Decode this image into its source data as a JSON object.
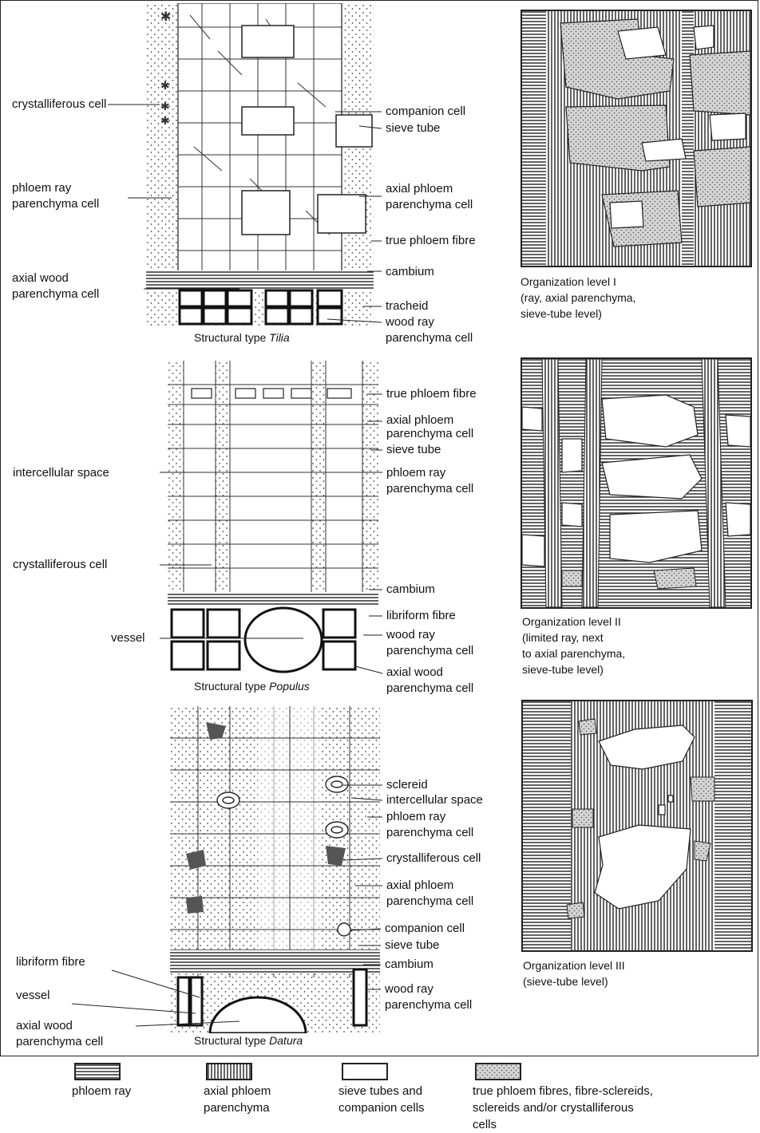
{
  "panels": [
    {
      "type_prefix": "Structural type ",
      "type_name": "Tilia",
      "left_labels": [
        {
          "text": "crystalliferous cell"
        },
        {
          "text": "phloem ray\nparenchyma cell"
        },
        {
          "text": "axial wood\nparenchyma cell"
        }
      ],
      "right_labels": [
        {
          "text": "companion cell"
        },
        {
          "text": "sieve tube"
        },
        {
          "text": "axial phloem\nparenchyma cell"
        },
        {
          "text": "true phloem fibre"
        },
        {
          "text": "cambium"
        },
        {
          "text": "tracheid"
        },
        {
          "text": "wood ray\nparenchyma cell"
        }
      ],
      "org_title": "Organization level I",
      "org_desc": "(ray, axial parenchyma,\nsieve-tube level)"
    },
    {
      "type_prefix": "Structural type ",
      "type_name": "Populus",
      "left_labels": [
        {
          "text": "intercellular space"
        },
        {
          "text": "crystalliferous cell"
        },
        {
          "text": "vessel"
        }
      ],
      "right_labels": [
        {
          "text": "true phloem fibre"
        },
        {
          "text": "axial phloem\nparenchyma cell"
        },
        {
          "text": "sieve tube"
        },
        {
          "text": "phloem ray\nparenchyma cell"
        },
        {
          "text": "cambium"
        },
        {
          "text": "libriform fibre"
        },
        {
          "text": "wood ray\nparenchyma cell"
        },
        {
          "text": "axial wood\nparenchyma cell"
        }
      ],
      "org_title": "Organization level II",
      "org_desc": "(limited ray, next\nto axial parenchyma,\nsieve-tube level)"
    },
    {
      "type_prefix": "Structural type ",
      "type_name": "Datura",
      "left_labels": [
        {
          "text": "libriform fibre"
        },
        {
          "text": "vessel"
        },
        {
          "text": "axial wood\nparenchyma cell"
        }
      ],
      "right_labels": [
        {
          "text": "sclereid"
        },
        {
          "text": "intercellular space"
        },
        {
          "text": "phloem ray\nparenchyma cell"
        },
        {
          "text": "crystalliferous cell"
        },
        {
          "text": "axial phloem\nparenchyma cell"
        },
        {
          "text": "companion cell"
        },
        {
          "text": "sieve tube"
        },
        {
          "text": "cambium"
        },
        {
          "text": "wood ray\nparenchyma cell"
        }
      ],
      "org_title": "Organization level III",
      "org_desc": "(sieve-tube level)"
    }
  ],
  "legend": [
    {
      "label": "phloem ray",
      "pattern": "horizontal-hatch"
    },
    {
      "label": "axial phloem\nparenchyma",
      "pattern": "vertical-hatch"
    },
    {
      "label": "sieve tubes and\ncompanion cells",
      "pattern": "blank"
    },
    {
      "label": "true phloem fibres, fibre-sclereids,\nsclereids and/or crystalliferous\ncells",
      "pattern": "stipple"
    }
  ],
  "colors": {
    "ink": "#222222",
    "stipple_bg": "#d9d9d9"
  }
}
